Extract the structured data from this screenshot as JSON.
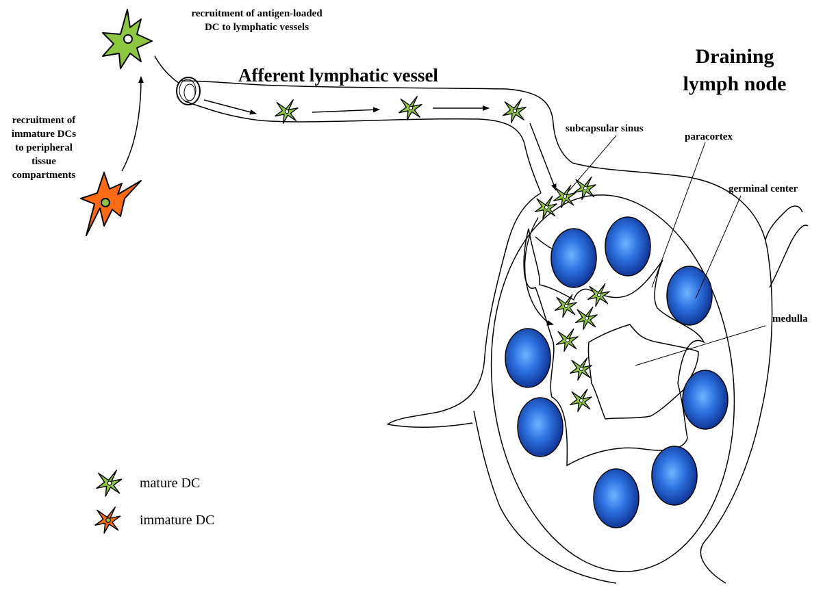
{
  "labels": {
    "recruitment_antigen": "recruitment of antigen-loaded\nDC to lymphatic vessels",
    "recruitment_immature": "recruitment of\nimmature DCs\nto peripheral\ntissue\ncompartments",
    "afferent_vessel": "Afferent lymphatic vessel",
    "draining_node": "Draining\nlymph node",
    "subcapsular_sinus": "subcapsular sinus",
    "paracortex": "paracortex",
    "germinal_center": "germinal center",
    "medulla": "medulla"
  },
  "legend": {
    "mature": "mature DC",
    "immature": "immature DC"
  },
  "colors": {
    "mature_dc": "#8dc63f",
    "immature_dc": "#ff6a13",
    "germinal_center": "#1f57c9",
    "outline": "#000000"
  },
  "icons": {
    "mature": "star-shaped green dendritic cell",
    "immature": "star-shaped orange dendritic cell"
  }
}
